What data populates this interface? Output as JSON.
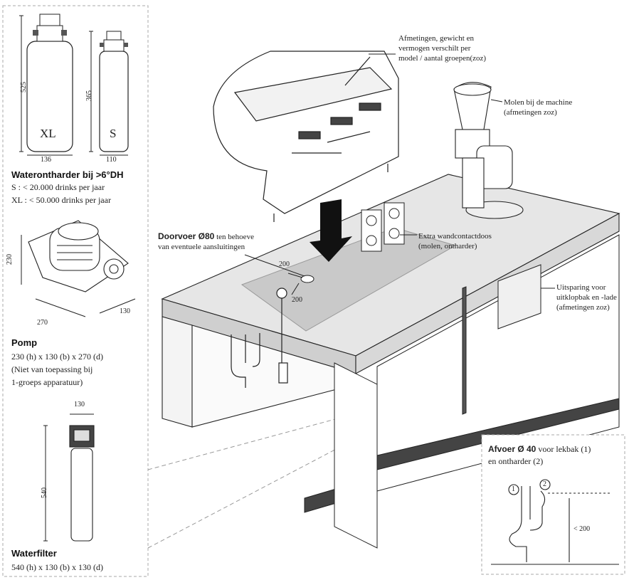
{
  "softener": {
    "xl_height": "525",
    "xl_width": "136",
    "xl_label": "XL",
    "s_height": "365",
    "s_width": "110",
    "s_label": "S",
    "title": "Waterontharder bij >6°DH",
    "line_s": "S : < 20.000 drinks per jaar",
    "line_xl": "XL : < 50.000 drinks per jaar"
  },
  "pump": {
    "dim_h": "230",
    "dim_d": "270",
    "dim_b": "130",
    "title": "Pomp",
    "line1": "230 (h) x 130 (b) x 270 (d)",
    "line2": "(Niet van toepassing bij",
    "line3": "1-groeps apparatuur)"
  },
  "filter": {
    "dim_w": "130",
    "dim_h": "540",
    "title": "Waterfilter",
    "line1": "540 (h) x 130 (b) x 130 (d)"
  },
  "callouts": {
    "machine_1": "Afmetingen, gewicht en",
    "machine_2": "vermogen verschilt per",
    "machine_3": "model / aantal groepen(zoz)",
    "grinder_1": "Molen bij de machine",
    "grinder_2": "(afmetingen zoz)",
    "doorvoer_bold": "Doorvoer Ø80",
    "doorvoer_rest": " ten behoeve",
    "doorvoer_2": "van eventuele aansluitingen",
    "sockets_1": "Extra wandcontactdoos",
    "sockets_2": "(molen, ontharder)",
    "cutout_1": "Uitsparing voor",
    "cutout_2": "uitklopbak en -lade",
    "cutout_3": "(afmetingen zoz)",
    "dim_200_a": "200",
    "dim_200_b": "200"
  },
  "drain": {
    "title_bold": "Afvoer Ø 40",
    "title_rest": " voor lekbak (1)",
    "line2": "en ontharder (2)",
    "n1": "1",
    "n2": "2",
    "height": "< 200"
  }
}
